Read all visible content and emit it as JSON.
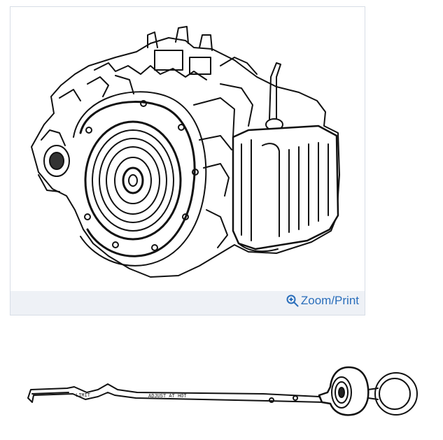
{
  "main_image": {
    "alt_label": "Transaxle assembly line drawing",
    "zoom_print_label": "Zoom/Print",
    "zoom_icon": "magnifier-plus-icon",
    "link_color": "#2a6ebb"
  },
  "dipstick": {
    "stamp_left": "LIMIT",
    "stamp_right": "ADJUST AT HOT"
  }
}
